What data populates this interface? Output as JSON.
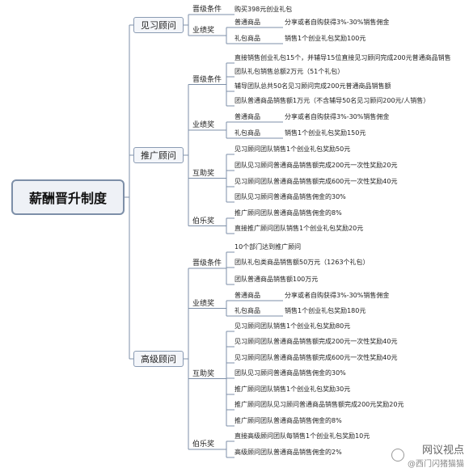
{
  "title": "薪酬晋升制度",
  "levels": [
    {
      "name": "见习顾问",
      "categories": [
        {
          "label": "晋级条件",
          "items": [
            {
              "text": "购买398元创业礼包"
            }
          ]
        },
        {
          "label": "业绩奖",
          "items": [
            {
              "sub": "普通商品",
              "text": "分享或者自购获得3%-30%销售佣金"
            },
            {
              "sub": "礼包商品",
              "text": "销售1个创业礼包奖励100元"
            }
          ]
        }
      ]
    },
    {
      "name": "推广顾问",
      "categories": [
        {
          "label": "晋级条件",
          "items": [
            {
              "text": "直接销售创业礼包15个，并辅导15位直接见习顾问完成200元普通商品销售"
            },
            {
              "text": "团队礼包销售总额2万元（51个礼包）"
            },
            {
              "text": "辅导团队总共50名见习顾问完成200元普通商品销售额"
            },
            {
              "text": "团队普通商品销售额1万元（不含辅导50名见习顾问200元/人销售）"
            }
          ]
        },
        {
          "label": "业绩奖",
          "items": [
            {
              "sub": "普通商品",
              "text": "分享或者自购获得3%-30%销售佣金"
            },
            {
              "sub": "礼包商品",
              "text": "销售1个创业礼包奖励150元"
            }
          ]
        },
        {
          "label": "互助奖",
          "items": [
            {
              "text": "见习顾问团队销售1个创业礼包奖励50元"
            },
            {
              "text": "团队见习顾问普通商品销售额完成200元一次性奖励20元"
            },
            {
              "text": "见习顾问团队普通商品销售额完成600元一次性奖励40元"
            },
            {
              "text": "团队见习顾问普通商品销售佣金的30%"
            }
          ]
        },
        {
          "label": "伯乐奖",
          "items": [
            {
              "text": "推广顾问团队普通商品销售佣金的8%"
            },
            {
              "text": "直接推广顾问团队销售1个创业礼包奖励20元"
            }
          ]
        }
      ]
    },
    {
      "name": "高级顾问",
      "categories": [
        {
          "label": "晋级条件",
          "items": [
            {
              "text": "10个部门达到推广顾问"
            },
            {
              "text": "团队礼包类商品销售额50万元（1263个礼包）"
            },
            {
              "text": "团队普通商品销售额100万元"
            }
          ]
        },
        {
          "label": "业绩奖",
          "items": [
            {
              "sub": "普通商品",
              "text": "分享或者自购获得3%-30%销售佣金"
            },
            {
              "sub": "礼包商品",
              "text": "销售1个创业礼包奖励180元"
            }
          ]
        },
        {
          "label": "互助奖",
          "items": [
            {
              "text": "见习顾问团队销售1个创业礼包奖励80元"
            },
            {
              "text": "见习顾问团队普通商品销售额完成200元一次性奖励40元"
            },
            {
              "text": "见习顾问团队普通商品销售额完成600元一次性奖励40元"
            },
            {
              "text": "团队见习顾问普通商品销售佣金的30%"
            },
            {
              "text": "推广顾问团队销售1个创业礼包奖励30元"
            },
            {
              "text": "推广顾问团队见习顾问普通商品销售额完成200元奖励20元"
            },
            {
              "text": "推广顾问团队普通商品销售佣金的8%"
            }
          ]
        },
        {
          "label": "伯乐奖",
          "items": [
            {
              "text": "直接高级顾问团队每销售1个创业礼包奖励10元"
            },
            {
              "text": "高级顾问团队普通商品销售佣金的2%"
            }
          ]
        }
      ]
    }
  ],
  "watermark": {
    "title": "网议视点",
    "handle": "@西门闪猪猫猫"
  },
  "colors": {
    "line": "#7d8fa8",
    "node_border": "#8a9bb3"
  }
}
